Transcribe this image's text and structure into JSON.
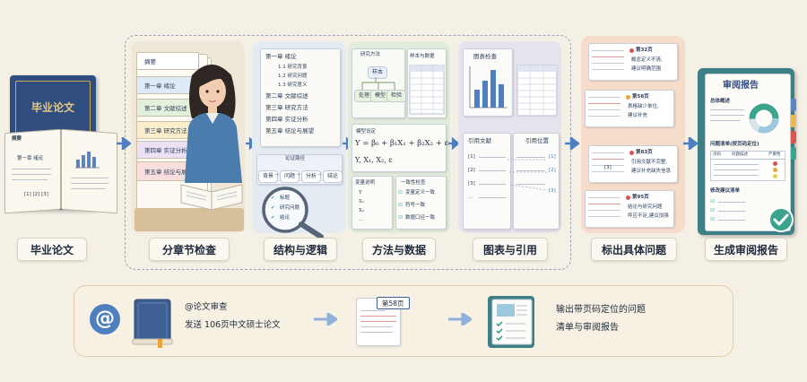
{
  "stage_labels": {
    "thesis": "毕业论文",
    "chapter_check": "分章节检查",
    "structure_logic": "结构与逻辑",
    "method_data": "方法与数据",
    "figure_citation": "图表与引用",
    "mark_issues": "标出具体问题",
    "report": "生成审阅报告"
  },
  "thesis_book": {
    "cover_title": "毕业论文",
    "page_header": "摘要",
    "page_chapter": "第一章 绪论",
    "refs": "[1]  [2]  [3]"
  },
  "chapter_tabs": [
    "摘要",
    "第一章 绪论",
    "第二章 文献综述",
    "第三章 研究方法",
    "第四章 实证分析",
    "第五章 结论与展望"
  ],
  "toc": {
    "ch1": "第一章 绪论",
    "sub": [
      "1.1 研究背景",
      "1.2 研究问题",
      "1.3 研究意义"
    ],
    "chapters": [
      "第二章 文献综述",
      "第三章 研究方法",
      "第四章 实证分析",
      "第五章 结论与展望"
    ],
    "argument_path": "论证路径",
    "flow": [
      "背景",
      "问题",
      "分析",
      "结论"
    ],
    "magnifier_items": [
      "标题",
      "研究问题",
      "结论"
    ]
  },
  "method": {
    "research_method": "研究方法",
    "sample_data": "样本与数据",
    "nodes": [
      "样本",
      "处理",
      "模型",
      "检验"
    ],
    "model_setting": "模型设定",
    "formula": "Y = β₀ + β₁X₁ + β₂X₂ + ε",
    "variables_line": "Y, X₁, X₂, ε",
    "var_desc_title": "变量说明",
    "var_desc": [
      "Y",
      "X₁",
      "X₂",
      "…"
    ],
    "consistency_title": "一致性检查",
    "consistency": [
      "变量定义一致",
      "符号一致",
      "数据口径一致"
    ]
  },
  "figures": {
    "chart_check": "图表检查",
    "citation_lit": "引用文献",
    "citation_pos": "引用位置",
    "refs": [
      "[1]",
      "[2]",
      "[3]",
      "…"
    ],
    "ref_links": [
      "[1]",
      "[2]",
      "[3]"
    ]
  },
  "issues": [
    {
      "page": "第32页",
      "line1": "概念定义不清,",
      "line2": "建议明确范围"
    },
    {
      "page": "第58页",
      "line1": "表格缺少单位,",
      "line2": "建议补充"
    },
    {
      "page": "第83页",
      "line1": "引用文献不完整,",
      "line2": "建议补充缺失信息"
    },
    {
      "page": "第95页",
      "line1": "结论与研究问题",
      "line2": "呼应不足,建议加强"
    }
  ],
  "issue_ref": "[3]",
  "report_doc": {
    "title": "审阅报告",
    "overview": "总体概述",
    "issue_list": "问题清单(按页码定位)",
    "cols": [
      "页码",
      "问题描述",
      "严重性"
    ],
    "suggestions": "修改建议清单"
  },
  "bottom": {
    "at_symbol": "@",
    "line1": "@论文审查",
    "line2": "发送 106页中文硕士论文",
    "page_tag": "第58页",
    "output_line1": "输出带页码定位的问题",
    "output_line2": "清单与审阅报告"
  },
  "colors": {
    "navy": "#2f4d7e",
    "accent_blue": "#4f7fbf",
    "issue_red": "#d9534f",
    "check_green": "#3aa48c",
    "tab_colors": [
      "#ffffff",
      "#dfe9f7",
      "#e2f0dc",
      "#fbeecb",
      "#ece0f3",
      "#f8dedd"
    ]
  }
}
